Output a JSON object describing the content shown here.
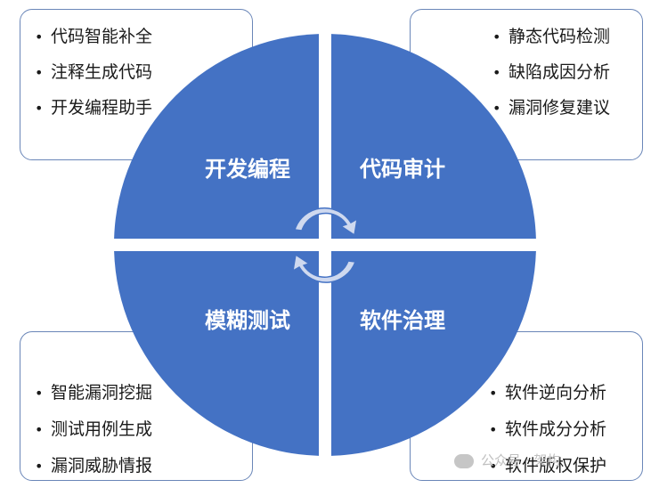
{
  "quadrants": [
    {
      "label": "开发编程",
      "items": [
        "代码智能补全",
        "注释生成代码",
        "开发编程助手"
      ]
    },
    {
      "label": "代码审计",
      "items": [
        "静态代码检测",
        "缺陷成因分析",
        "漏洞修复建议"
      ]
    },
    {
      "label": "模糊测试",
      "items": [
        "智能漏洞挖掘",
        "测试用例生成",
        "漏洞威胁情报"
      ]
    },
    {
      "label": "软件治理",
      "items": [
        "软件逆向分析",
        "软件成分分析",
        "软件版权保护"
      ]
    }
  ],
  "bullet": "•",
  "watermark": {
    "text": "公众号 · 架构"
  },
  "colors": {
    "circle": "#4472c4",
    "box_border": "#6a86b8",
    "arrow": "#cfd9ef"
  }
}
